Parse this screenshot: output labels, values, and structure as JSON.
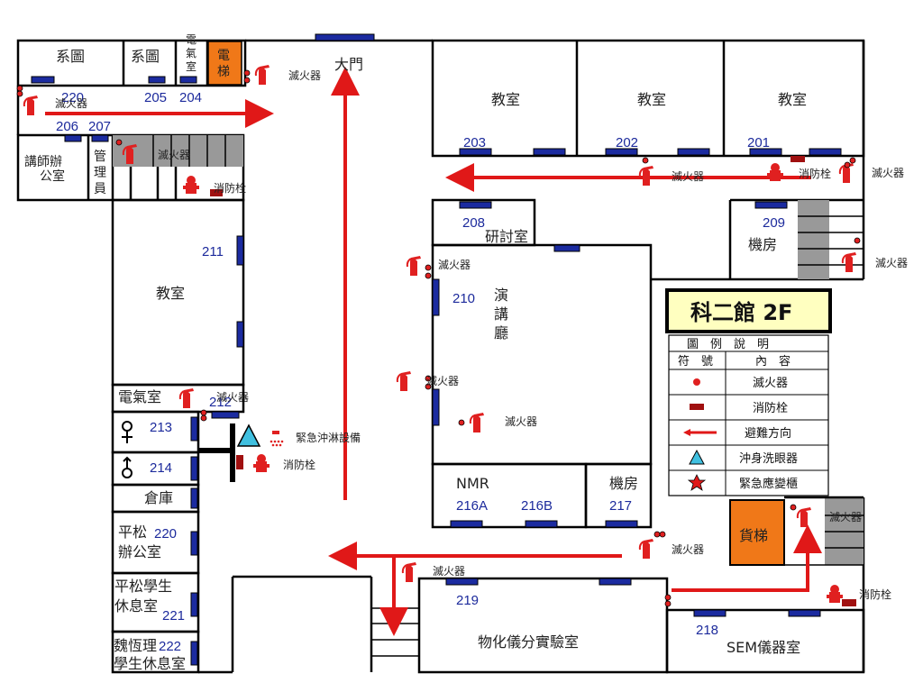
{
  "title": "科二館 2F",
  "colors": {
    "wall": "#000000",
    "door": "#1b2ba0",
    "route": "#e01818",
    "elevator": "#f07818",
    "stairs": "#999999",
    "legend_title_bg": "#ffffc0",
    "extinguisher": "#e02020",
    "hydrant": "#a01010"
  },
  "rooms": {
    "xitu1": "系圖",
    "xitu2": "系圖",
    "dianqi_top": [
      "電",
      "氣",
      "室"
    ],
    "dianti": [
      "電",
      "梯"
    ],
    "damen": "大門",
    "jiaoshi": "教室",
    "jiangshi": [
      "講師辦",
      "公室"
    ],
    "guanliyuan": [
      "管",
      "理",
      "員"
    ],
    "yantao": "研討室",
    "jifang": "機房",
    "yanjiang": [
      "演",
      "講",
      "廳"
    ],
    "dianqi": "電氣室",
    "cangku": "倉庫",
    "pingsong_office": [
      "平松",
      "辦公室"
    ],
    "pingsong_lounge": [
      "平松學生",
      "休息室"
    ],
    "wei_lounge": [
      "魏恆理",
      "學生休息室"
    ],
    "nmr": "NMR",
    "huoti": "貨梯",
    "wuhua": "物化儀分實驗室",
    "sem": "SEM儀器室"
  },
  "room_numbers": {
    "r220_top": "220",
    "r205": "205",
    "r204": "204",
    "r206": "206",
    "r207": "207",
    "r203": "203",
    "r202": "202",
    "r201": "201",
    "r208": "208",
    "r209": "209",
    "r210": "210",
    "r211": "211",
    "r212": "212",
    "r213": "213",
    "r214": "214",
    "r220": "220",
    "r221": "221",
    "r222": "222",
    "r216a": "216A",
    "r216b": "216B",
    "r217": "217",
    "r219": "219",
    "r218": "218"
  },
  "annotations": {
    "extinguisher": "滅火器",
    "hydrant": "消防栓",
    "shower": "緊急沖淋設備"
  },
  "legend": {
    "header": "圖　例　說　明",
    "col_symbol": "符　號",
    "col_content": "內　容",
    "rows": [
      {
        "icon": "red-dot",
        "label": "滅火器"
      },
      {
        "icon": "red-rect",
        "label": "消防栓"
      },
      {
        "icon": "red-arrow",
        "label": "避難方向"
      },
      {
        "icon": "blue-triangle",
        "label": "沖身洗眼器"
      },
      {
        "icon": "red-star",
        "label": "緊急應變櫃"
      }
    ]
  }
}
